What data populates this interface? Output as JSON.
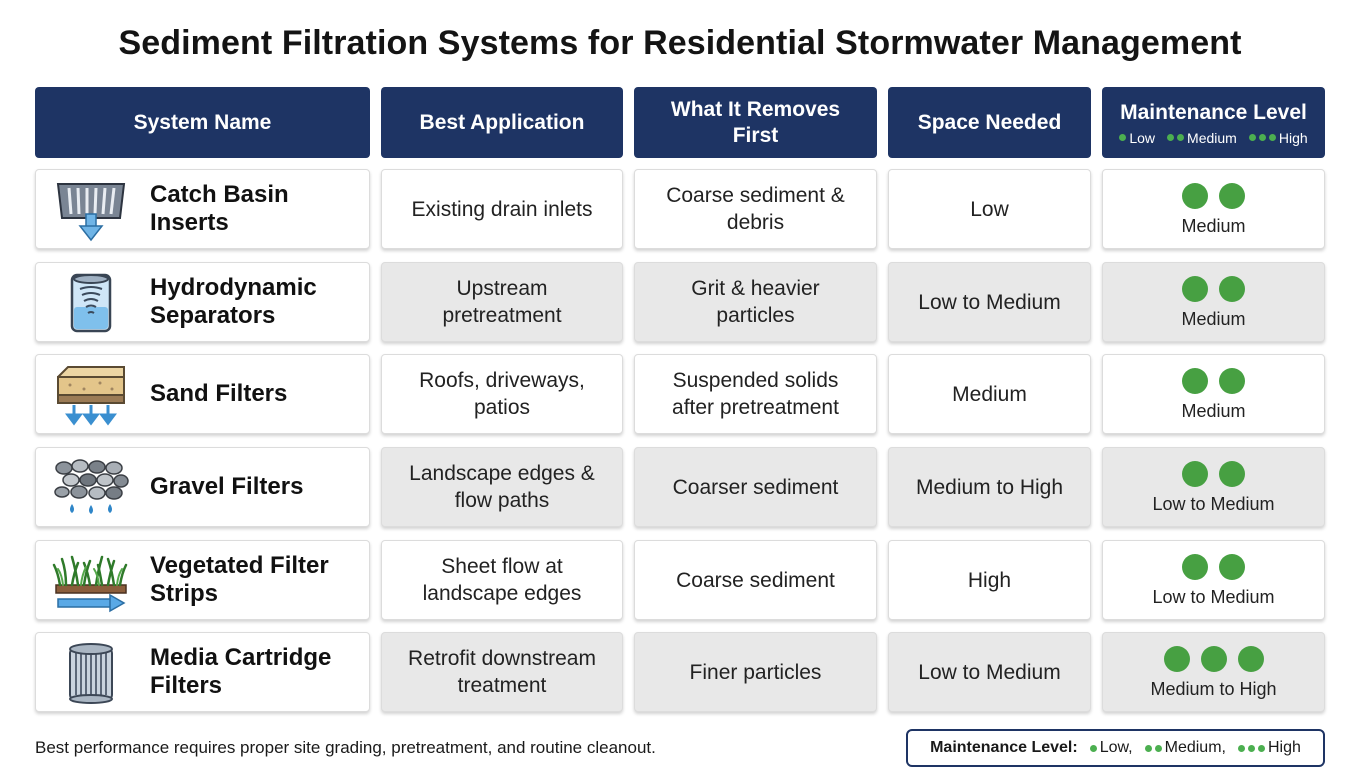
{
  "title": "Sediment Filtration Systems for Residential Stormwater Management",
  "columns": {
    "system_name": "System Name",
    "best_application": "Best Application",
    "removes_first": "What It Removes First",
    "space_needed": "Space Needed",
    "maintenance_level": "Maintenance Level",
    "maintenance_key": {
      "low": "Low",
      "medium": "Medium",
      "high": "High"
    }
  },
  "rows": [
    {
      "name": "Catch Basin Inserts",
      "icon": "catch-basin-grate-icon",
      "application": "Existing drain inlets",
      "removes": "Coarse sediment & debris",
      "space": "Low",
      "maintenance": "Medium",
      "maintenance_dots": 2
    },
    {
      "name": "Hydrodynamic Separators",
      "icon": "vortex-separator-icon",
      "application": "Upstream pretreatment",
      "removes": "Grit & heavier particles",
      "space": "Low to Medium",
      "maintenance": "Medium",
      "maintenance_dots": 2
    },
    {
      "name": "Sand Filters",
      "icon": "sand-filter-icon",
      "application": "Roofs, driveways, patios",
      "removes": "Suspended solids after pretreatment",
      "space": "Medium",
      "maintenance": "Medium",
      "maintenance_dots": 2
    },
    {
      "name": "Gravel Filters",
      "icon": "gravel-filter-icon",
      "application": "Landscape edges & flow paths",
      "removes": "Coarser sediment",
      "space": "Medium to High",
      "maintenance": "Low to Medium",
      "maintenance_dots": 2
    },
    {
      "name": "Vegetated Filter Strips",
      "icon": "grass-strip-icon",
      "application": "Sheet flow at landscape edges",
      "removes": "Coarse sediment",
      "space": "High",
      "maintenance": "Low to Medium",
      "maintenance_dots": 2
    },
    {
      "name": "Media Cartridge Filters",
      "icon": "cartridge-filter-icon",
      "application": "Retrofit downstream treatment",
      "removes": "Finer particles",
      "space": "Low to Medium",
      "maintenance": "Medium to High",
      "maintenance_dots": 3
    }
  ],
  "footnote": "Best performance requires proper site grading, pretreatment, and routine cleanout.",
  "legend": {
    "title": "Maintenance Level:",
    "low": "Low,",
    "medium": "Medium,",
    "high": "High"
  },
  "colors": {
    "header_bg": "#1e3464",
    "dot_green": "#47a042",
    "alt_row": "#e8e8e8"
  }
}
